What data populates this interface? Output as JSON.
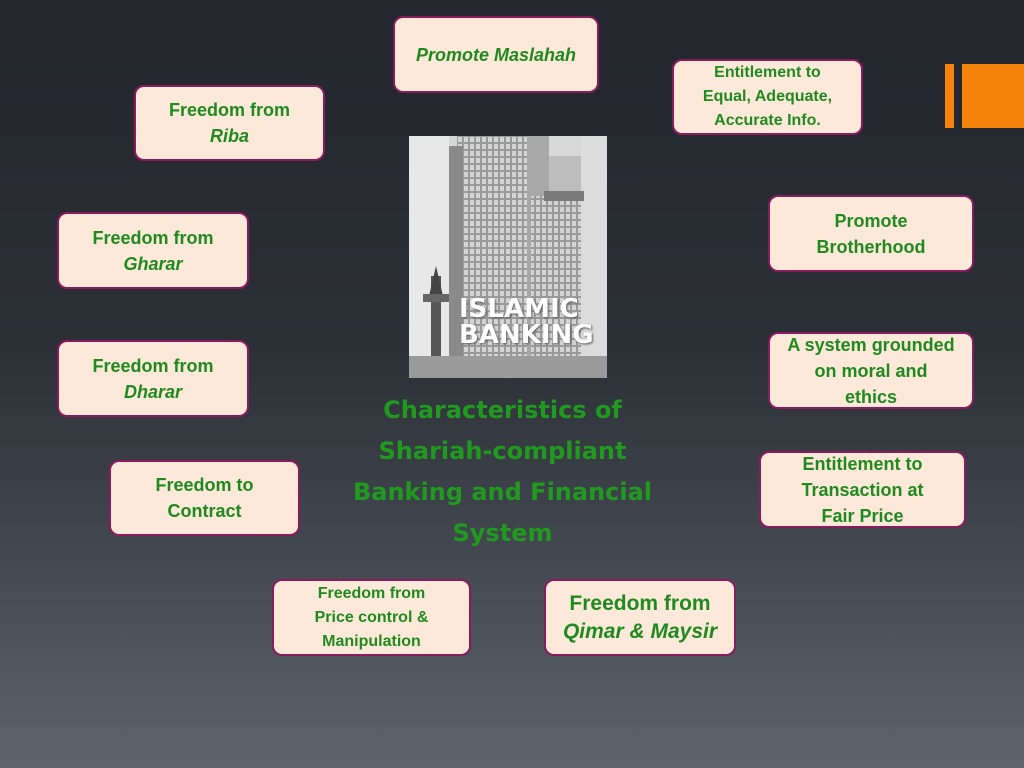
{
  "center": {
    "title_lines": [
      "Characteristics of",
      "Shariah-compliant",
      "Banking and Financial",
      "System"
    ],
    "image_text": [
      "ISLAMIC",
      "BANKING"
    ]
  },
  "boxes": {
    "promote_maslahah": {
      "line1": "Promote Maslahah"
    },
    "entitlement_info": {
      "line1": "Entitlement to",
      "line2": "Equal, Adequate,",
      "line3": "Accurate Info."
    },
    "freedom_riba": {
      "line1": "Freedom from",
      "line2": "Riba"
    },
    "promote_brotherhood": {
      "line1": "Promote",
      "line2": "Brotherhood"
    },
    "freedom_gharar": {
      "line1": "Freedom from",
      "line2": "Gharar"
    },
    "moral_system": {
      "line1": "A system grounded",
      "line2": "on moral and",
      "line3": "ethics"
    },
    "freedom_dharar": {
      "line1": "Freedom from",
      "line2": "Dharar"
    },
    "fair_price": {
      "line1": "Entitlement to",
      "line2": "Transaction at",
      "line3": "Fair Price"
    },
    "freedom_contract": {
      "line1": "Freedom to",
      "line2": "Contract"
    },
    "freedom_price_control": {
      "line1": "Freedom from",
      "line2": "Price control &",
      "line3": "Manipulation"
    },
    "freedom_qimar": {
      "line1": "Freedom from",
      "line2": "Qimar & Maysir"
    }
  },
  "colors": {
    "box_fill": "#fde9d9",
    "box_border": "#8b1a5e",
    "text_green": "#1f8a1f",
    "accent_orange": "#f5820b"
  }
}
